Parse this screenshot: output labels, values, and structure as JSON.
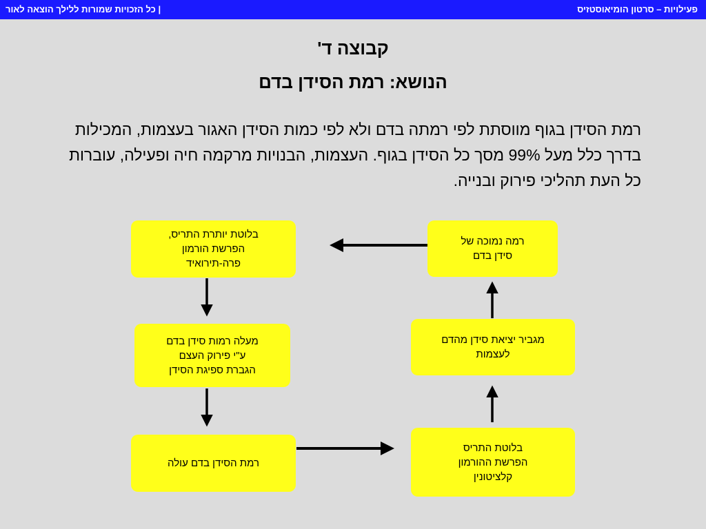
{
  "header": {
    "left_text": "כל הזכויות שמורות ללילך הוצאה לאור |",
    "right_text": "פעילויות – סרטון הומיאוסטזיס"
  },
  "titles": {
    "group": "קבוצה ד'",
    "topic": "הנושא: רמת הסידן בדם"
  },
  "paragraph": "רמת הסידן בגוף מווסתת לפי רמתה בדם ולא לפי כמות הסידן האגור בעצמות, המכילות בדרך כלל מעל 99% מסך כל הסידן בגוף. העצמות, הבנויות מרקמה חיה ופעילה, עוברות כל העת תהליכי פירוק ובנייה.",
  "boxes": {
    "low_calcium": "רמה נמוכה של\nסידן בדם",
    "parathyroid": "בלוטת יותרת התריס,\nהפרשת הורמון\nפרה-תירואיד",
    "raise_levels": "מעלה רמות סידן בדם\nע\"י פירוק העצם\nהגברת ספיגת הסידן",
    "level_rises": "רמת הסידן בדם עולה",
    "thyroid": "בלוטת התריס\nהפרשת ההורמון\nקלציטונין",
    "release_to_bone": "מגביר יציאת סידן מהדם\nלעצמות"
  },
  "colors": {
    "header_bg": "#1a1aff",
    "box_fill": "#ffff1a",
    "background": "#dcdcdc"
  }
}
